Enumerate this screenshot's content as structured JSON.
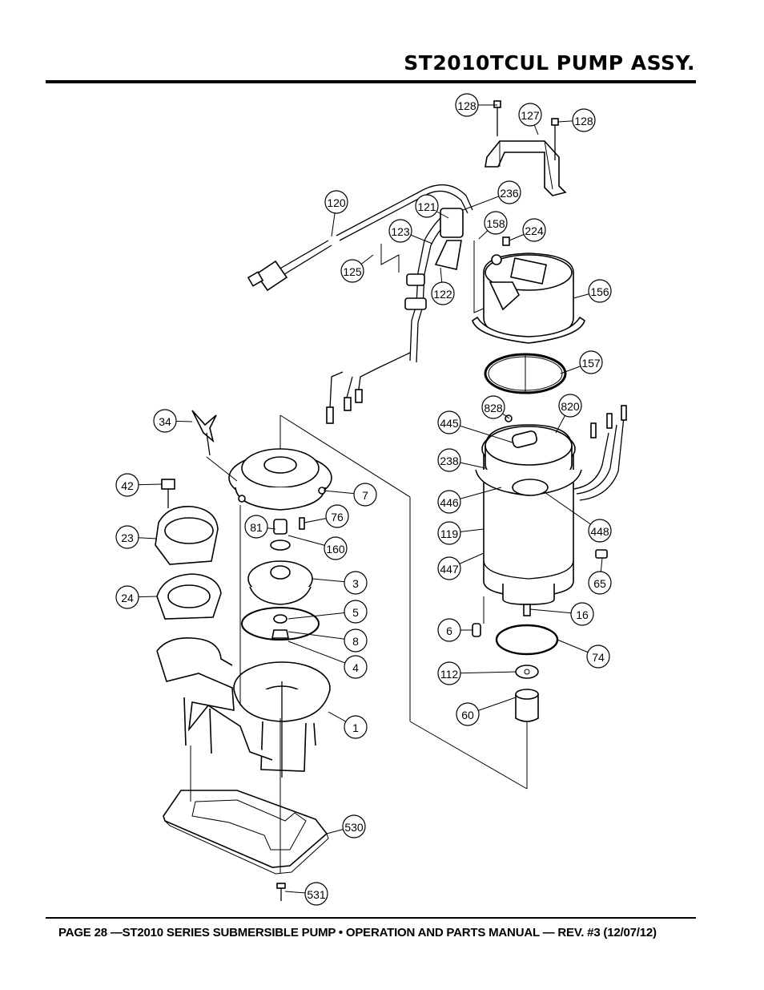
{
  "page_title": "ST2010TCUL PUMP ASSY.",
  "footer_text": "PAGE 28 —ST2010 SERIES SUBMERSIBLE PUMP • OPERATION AND PARTS MANUAL — REV. #3 (12/07/12)",
  "callouts": [
    "128",
    "127",
    "128",
    "120",
    "121",
    "236",
    "123",
    "158",
    "224",
    "125",
    "122",
    "156",
    "157",
    "828",
    "820",
    "445",
    "238",
    "34",
    "7",
    "76",
    "446",
    "42",
    "81",
    "160",
    "119",
    "448",
    "23",
    "447",
    "65",
    "3",
    "24",
    "5",
    "16",
    "6",
    "8",
    "74",
    "4",
    "112",
    "60",
    "1",
    "530",
    "531"
  ]
}
